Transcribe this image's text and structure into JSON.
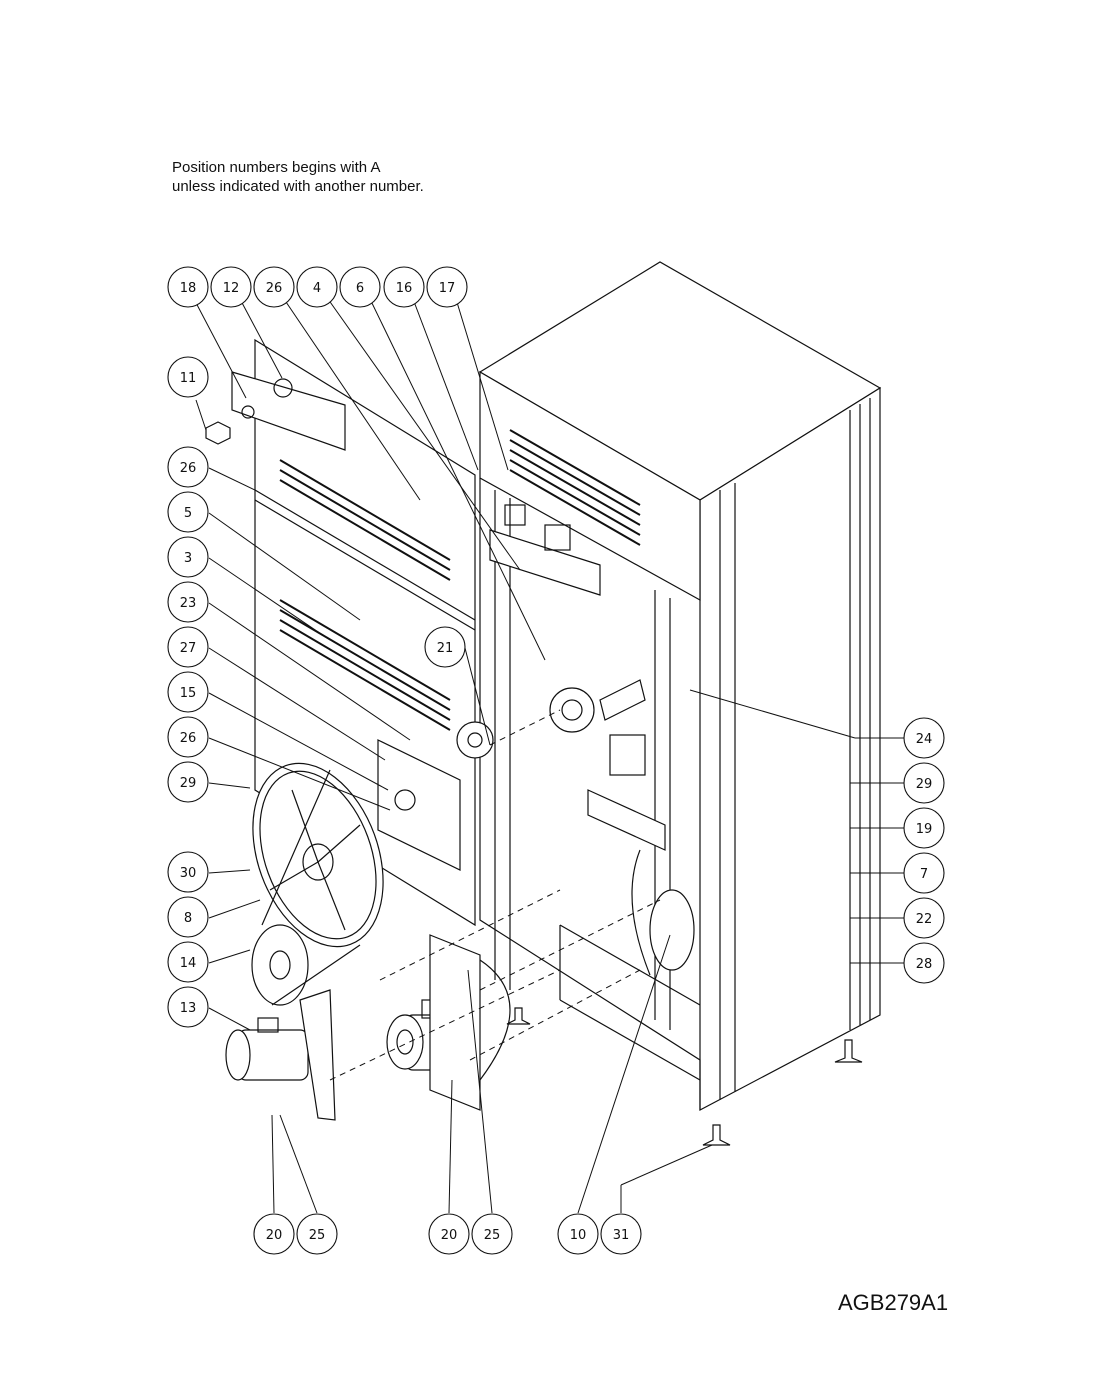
{
  "note": {
    "line1": "Position numbers begins with A",
    "line2": "unless indicated with another number."
  },
  "drawing_id": "AGB279A1",
  "callouts": {
    "top": [
      "18",
      "12",
      "26",
      "4",
      "6",
      "16",
      "17"
    ],
    "left": [
      "11",
      "26",
      "5",
      "3",
      "23",
      "27",
      "15",
      "26",
      "29",
      "30",
      "8",
      "14",
      "13"
    ],
    "center": [
      "21"
    ],
    "right": [
      "24",
      "29",
      "19",
      "7",
      "22",
      "28"
    ],
    "bottom": [
      "20",
      "25",
      "20",
      "25",
      "10",
      "31"
    ]
  }
}
